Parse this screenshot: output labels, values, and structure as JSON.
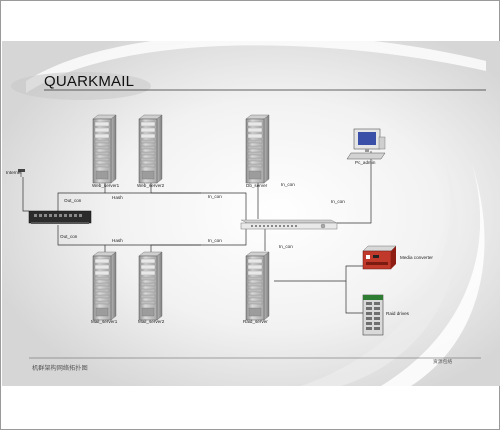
{
  "slide": {
    "title": "QUARKMAIL",
    "footer_left": "机群架构网络拓扑图",
    "footer_right": "资源包络"
  },
  "nodes": {
    "internet": "Internet",
    "web_server1": "Web_server1",
    "web_server2": "Web_server2",
    "db_server": "Db_server",
    "pc_admin": "Pc_admin",
    "mail_server1": "Mail_server1",
    "mail_server2": "Mail_server2",
    "raid_server": "Raid_server",
    "media_converter": "Media converter",
    "raid_drives": "Raid drives"
  },
  "links": {
    "out_con_top": "Out_con",
    "out_con_bottom": "Out_con",
    "hash_top": "Hash",
    "hash_bottom": "Hash",
    "in_con_top_mid": "In_con",
    "in_con_db": "In_con",
    "in_con_admin": "In_con",
    "in_con_bottom_mid": "In_con",
    "in_con_raid": "In_con"
  },
  "icons": {
    "server": "server-tower-icon",
    "switch": "network-switch-icon",
    "computer": "computer-icon",
    "media_converter": "media-converter-icon",
    "raid": "raid-array-icon"
  }
}
